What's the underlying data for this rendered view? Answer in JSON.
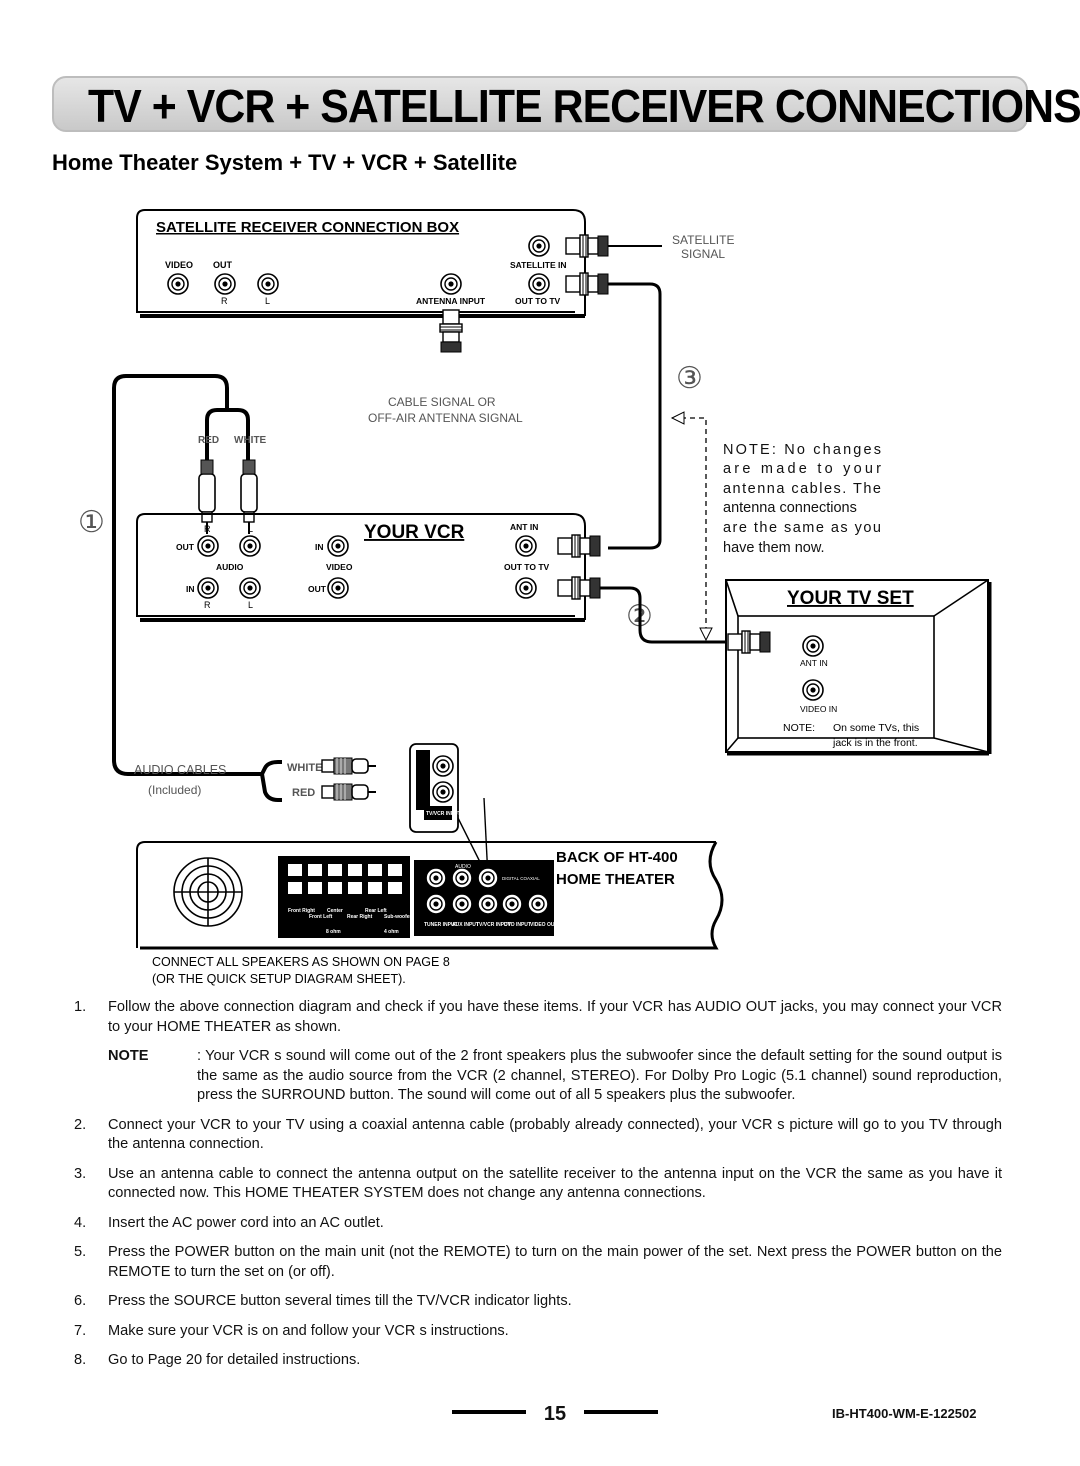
{
  "header": {
    "title": "TV + VCR + SATELLITE RECEIVER CONNECTIONS",
    "subtitle": "Home Theater System + TV + VCR + Satellite"
  },
  "diagram": {
    "sat_box": {
      "title": "SATELLITE RECEIVER CONNECTION BOX",
      "video": "VIDEO",
      "out": "OUT",
      "r": "R",
      "l": "L",
      "satellite_in": "SATELLITE IN",
      "antenna_input": "ANTENNA INPUT",
      "out_to_tv": "OUT TO TV"
    },
    "satellite_signal": [
      "SATELLITE",
      "SIGNAL"
    ],
    "cable_signal": [
      "CABLE SIGNAL OR",
      "OFF-AIR ANTENNA SIGNAL"
    ],
    "markers": {
      "one": "①",
      "two": "②",
      "three": "③"
    },
    "plug_labels": {
      "red": "RED",
      "white": "WHITE"
    },
    "vcr": {
      "title": "YOUR VCR",
      "r": "R",
      "l": "L",
      "out": "OUT",
      "audio": "AUDIO",
      "in": "IN",
      "video": "VIDEO",
      "ant_in": "ANT IN",
      "out_to_tv": "OUT TO TV",
      "video_out": "OUT",
      "audio_in": "IN"
    },
    "note_antenna": [
      "NOTE: No changes",
      "are made to your",
      "antenna cables. The",
      "antenna connections",
      "are the same as you",
      "have them now."
    ],
    "tv": {
      "title": "YOUR TV SET",
      "ant_in": "ANT IN",
      "video_in": "VIDEO IN",
      "note_label": "NOTE:",
      "note_line1": "On some TVs, this",
      "note_line2": "jack is in the front."
    },
    "audio_cables": {
      "label": "AUDIO CABLES",
      "included": "(Included)",
      "white": "WHITE",
      "red": "RED"
    },
    "tvvcr_input": "TV/VCR INPUT",
    "back_label": [
      "BACK OF HT-400",
      "HOME THEATER"
    ],
    "speaker_labels": [
      "Front Right",
      "Front Left",
      "Center",
      "Rear Right",
      "Rear Left",
      "Sub-woofer"
    ],
    "ohm_labels": [
      "8 ohm",
      "4 ohm"
    ],
    "input_labels": [
      "TUNER INPUT",
      "AUX INPUT",
      "TV/VCR INPUT",
      "DVD INPUT",
      "VIDEO OUT"
    ],
    "audio_label": "AUDIO",
    "digital_label": "DIGITAL COAXIAL",
    "connect_note": [
      "CONNECT ALL SPEAKERS AS SHOWN ON PAGE 8",
      "(OR THE QUICK SETUP DIAGRAM SHEET)."
    ]
  },
  "steps": [
    {
      "num": "1.",
      "text": "Follow the above connection diagram and check if you have these items. If your VCR has AUDIO OUT jacks, you may connect your VCR to your HOME THEATER as shown."
    },
    {
      "note_label": "NOTE",
      "note_text": ": Your VCR s sound will come out of the 2 front speakers plus the subwoofer since the default setting for the sound output is the same as the audio source from the VCR (2 channel, STEREO). For  Dolby Pro Logic  (5.1 channel) sound reproduction, press the SURROUND button. The sound will come out of all 5 speakers plus the subwoofer."
    },
    {
      "num": "2.",
      "text": "Connect your VCR to your TV using a coaxial antenna cable (probably already connected), your VCR s picture will go to you TV through the antenna connection."
    },
    {
      "num": "3.",
      "text": "Use an antenna cable to connect the antenna output on the satellite receiver to the antenna input on the VCR the same as you have it connected now. This HOME THEATER SYSTEM does not change any antenna connections."
    },
    {
      "num": "4.",
      "text": "Insert the AC power cord into an AC outlet."
    },
    {
      "num": "5.",
      "text": "Press the POWER button on the main unit (not the REMOTE) to turn on the main power of the set. Next press the POWER button on the REMOTE to turn the set on (or off)."
    },
    {
      "num": "6.",
      "text": "Press the SOURCE button several times till the TV/VCR indicator lights."
    },
    {
      "num": "7.",
      "text": "Make sure your VCR is on and follow your VCR s instructions."
    },
    {
      "num": "8.",
      "text": "Go to Page 20 for detailed instructions."
    }
  ],
  "footer": {
    "page": "15",
    "doc_id": "IB-HT400-WM-E-122502"
  }
}
